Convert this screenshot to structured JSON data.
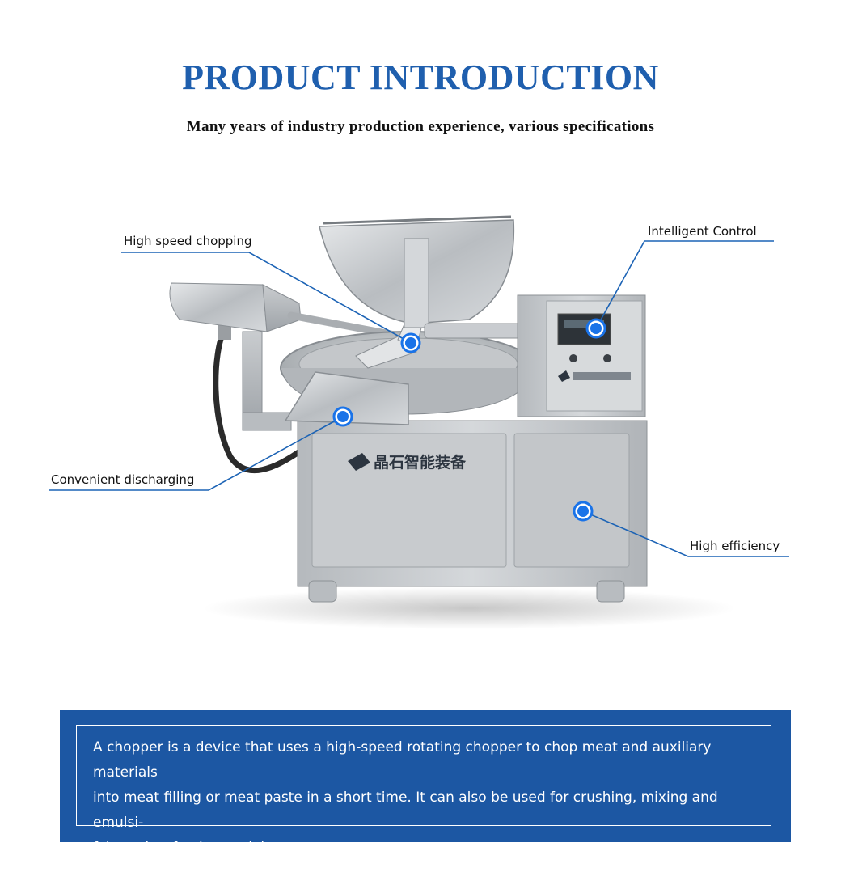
{
  "header": {
    "title": "PRODUCT INTRODUCTION",
    "subtitle": "Many years of industry production experience, various specifications"
  },
  "callouts": {
    "high_speed_chopping": "High speed chopping",
    "intelligent_control": "Intelligent Control",
    "convenient_discharging": "Convenient discharging",
    "high_efficiency": "High efficiency"
  },
  "machine": {
    "brand_text": "晶石智能装备"
  },
  "description": {
    "line1": "A chopper is a device that uses a high-speed rotating chopper to chop meat and auxiliary materials",
    "line2": "into meat filling or meat paste in a short time. It can also be used for crushing, mixing and emulsi-",
    "line3": "fying other food materials."
  },
  "colors": {
    "accent": "#1f5fae",
    "box_bg": "#1c57a3",
    "marker": "#1a73e8"
  }
}
